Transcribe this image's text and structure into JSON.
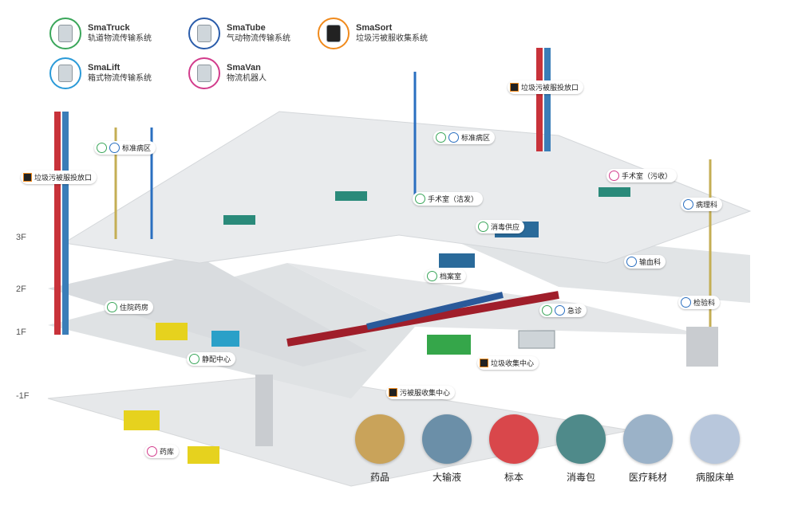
{
  "legend": [
    {
      "name": "SmaTruck",
      "desc": "轨道物流传输系统",
      "icon": "rail-truck-icon",
      "color": "#3aa65a"
    },
    {
      "name": "SmaTube",
      "desc": "气动物流传输系统",
      "icon": "pneumatic-tube-icon",
      "color": "#2a5caa"
    },
    {
      "name": "SmaSort",
      "desc": "垃圾污被服收集系统",
      "icon": "sorter-icon",
      "color": "#f08a1c"
    },
    {
      "name": "SmaLift",
      "desc": "箱式物流传输系统",
      "icon": "lift-icon",
      "color": "#2a9ad8"
    },
    {
      "name": "SmaVan",
      "desc": "物流机器人",
      "icon": "robot-icon",
      "color": "#d23c8c"
    }
  ],
  "floors": [
    "3F",
    "2F",
    "1F",
    "-1F"
  ],
  "labels": {
    "garbage_inlet_right": "垃圾污被服投放口",
    "garbage_inlet_left": "垃圾污被服投放口",
    "ward_left": "标准病区",
    "ward_mid": "标准病区",
    "or_clean": "手术室（洁发）",
    "or_dirty": "手术室（污收）",
    "disinfection_supply": "消毒供应",
    "pathology": "病理科",
    "transfusion": "输血科",
    "archive": "档案室",
    "inpatient_pharmacy": "住院药房",
    "emergency": "急诊",
    "laboratory": "检验科",
    "dispensing_center": "静配中心",
    "garbage_center": "垃圾收集中心",
    "linen_center": "污被服收集中心",
    "pharmacy_warehouse": "药库"
  },
  "categories": [
    {
      "label": "药品",
      "color": "#c9a35a"
    },
    {
      "label": "大输液",
      "color": "#6b8fa8"
    },
    {
      "label": "标本",
      "color": "#d9474b"
    },
    {
      "label": "消毒包",
      "color": "#4f8a8a"
    },
    {
      "label": "医疗耗材",
      "color": "#9bb2c8"
    },
    {
      "label": "病服床单",
      "color": "#b8c7dc"
    }
  ]
}
